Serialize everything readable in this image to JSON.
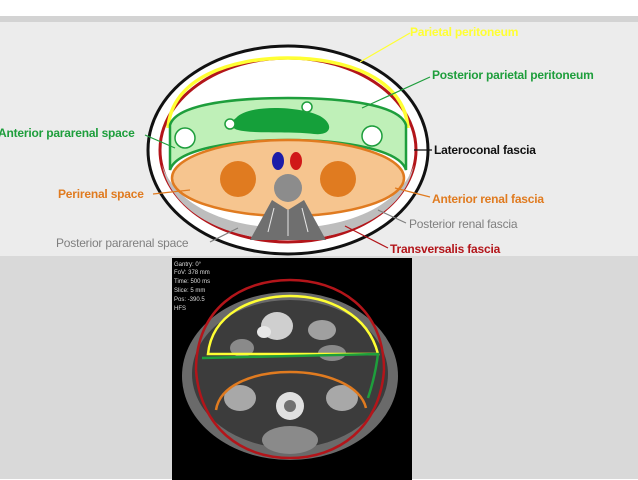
{
  "labels": {
    "parietal_peritoneum": "Parietal peritoneum",
    "posterior_parietal_peritoneum": "Posterior parietal peritoneum",
    "anterior_pararenal_space": "Anterior pararenal space",
    "lateroconal_fascia": "Lateroconal fascia",
    "perirenal_space": "Perirenal space",
    "anterior_renal_fascia": "Anterior renal fascia",
    "posterior_renal_fascia": "Posterior renal fascia",
    "posterior_pararenal_space": "Posterior pararenal space",
    "transversalis_fascia": "Transversalis fascia"
  },
  "ct_overlay": {
    "line1": "Gantry: 0°",
    "line2": "FoV: 378 mm",
    "line3": "Time: 500 ms",
    "line4": "Slice: 5 mm",
    "line5": "Pos: -390.5",
    "line6": "HFS"
  },
  "colors": {
    "yellow": "#ffff33",
    "green": "#1e9e3c",
    "orange": "#e07b20",
    "red": "#b3151a",
    "gray": "#7f7f7f",
    "black": "#111111"
  }
}
